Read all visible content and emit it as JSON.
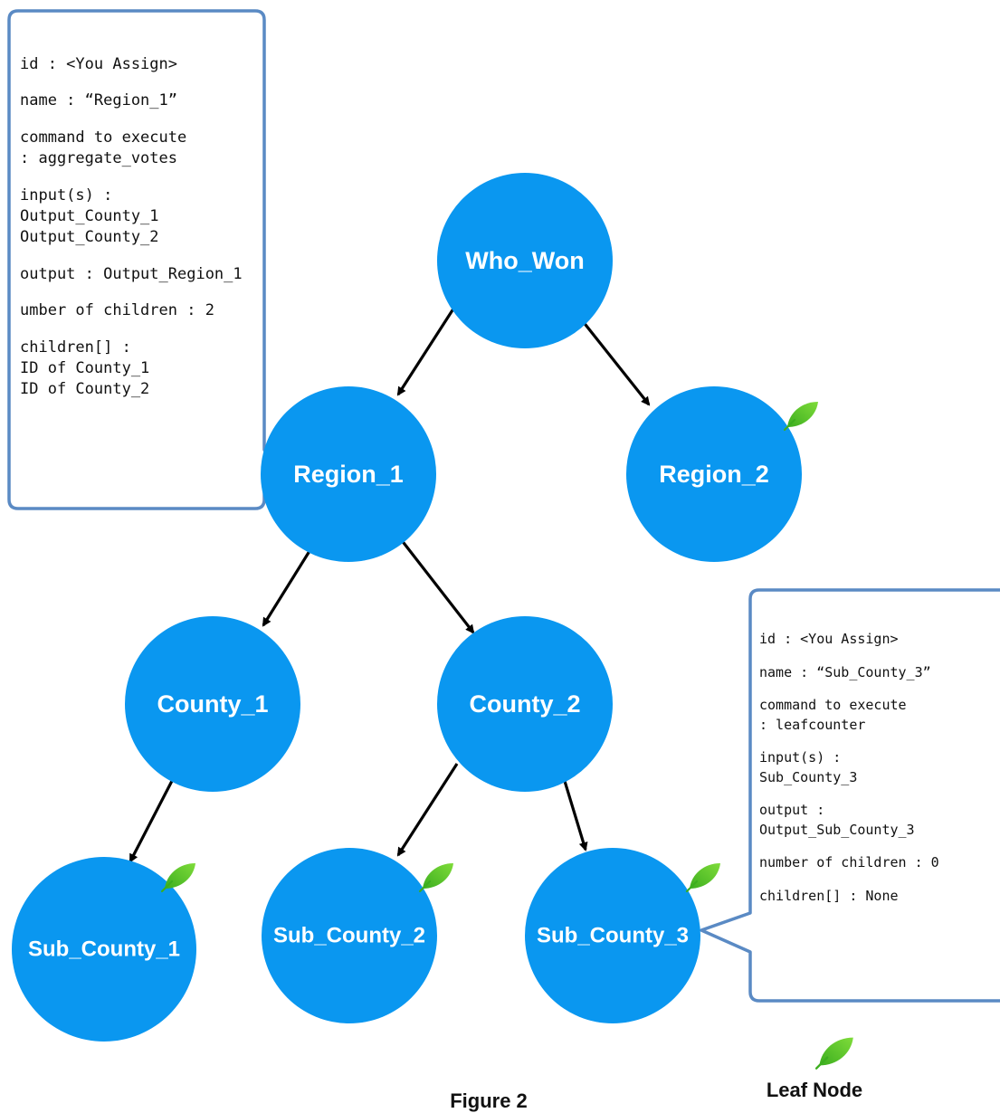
{
  "nodes": {
    "who_won": "Who_Won",
    "region_1": "Region_1",
    "region_2": "Region_2",
    "county_1": "County_1",
    "county_2": "County_2",
    "sub_county_1": "Sub_County_1",
    "sub_county_2": "Sub_County_2",
    "sub_county_3": "Sub_County_3"
  },
  "leaf_nodes": [
    "Region_2",
    "Sub_County_1",
    "Sub_County_2",
    "Sub_County_3"
  ],
  "edges": [
    [
      "Who_Won",
      "Region_1"
    ],
    [
      "Who_Won",
      "Region_2"
    ],
    [
      "Region_1",
      "County_1"
    ],
    [
      "Region_1",
      "County_2"
    ],
    [
      "County_1",
      "Sub_County_1"
    ],
    [
      "County_2",
      "Sub_County_2"
    ],
    [
      "County_2",
      "Sub_County_3"
    ]
  ],
  "callouts": {
    "region_1": {
      "attached_to": "Region_1",
      "lines": [
        "id : <You Assign>",
        "",
        "name : “Region_1”",
        "",
        "command to execute",
        ": aggregate_votes",
        "",
        "input(s) :",
        "Output_County_1",
        "Output_County_2",
        "",
        "output : Output_Region_1",
        "",
        "umber of children : 2",
        "",
        "children[] :",
        "ID of County_1",
        "ID of County_2"
      ]
    },
    "sub_county_3": {
      "attached_to": "Sub_County_3",
      "lines": [
        "id : <You Assign>",
        "",
        "name : “Sub_County_3”",
        "",
        "command to execute",
        ": leafcounter",
        "",
        "input(s) :",
        "Sub_County_3",
        "",
        "output :",
        "Output_Sub_County_3",
        "",
        "number of children : 0",
        "",
        "children[] : None"
      ]
    }
  },
  "legend": {
    "leaf_icon": "leaf-icon",
    "label": "Leaf Node"
  },
  "caption": "Figure 2",
  "colors": {
    "node_fill": "#0a97f0",
    "node_text": "#ffffff",
    "edge": "#000000",
    "callout_border": "#5a8ac4",
    "leaf": "#4cc227"
  }
}
